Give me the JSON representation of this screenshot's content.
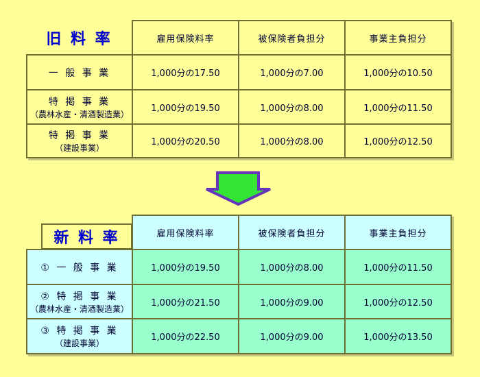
{
  "colors": {
    "background": "#FFFF99",
    "table_border": "#6F6F33",
    "new_header_bg": "#CCFFFF",
    "new_value_bg": "#99FFCC",
    "title_text": "#0000CC",
    "body_text": "#000033",
    "arrow_fill": "#33E633",
    "arrow_stroke": "#6633BB"
  },
  "old_table": {
    "title": "旧 料 率",
    "headers": [
      "雇用保険料率",
      "被保険者負担分",
      "事業主負担分"
    ],
    "rows": [
      {
        "label": "一 般 事 業",
        "sublabel": "",
        "values": [
          "1,000分の17.50",
          "1,000分の7.00",
          "1,000分の10.50"
        ]
      },
      {
        "label": "特 掲 事 業",
        "sublabel": "（農林水産・清酒製造業）",
        "values": [
          "1,000分の19.50",
          "1,000分の8.00",
          "1,000分の11.50"
        ]
      },
      {
        "label": "特 掲 事 業",
        "sublabel": "（建設事業）",
        "values": [
          "1,000分の20.50",
          "1,000分の8.00",
          "1,000分の12.50"
        ]
      }
    ]
  },
  "arrow": {
    "meaning": "rates-change-downward-arrow"
  },
  "new_table": {
    "title": "新 料 率",
    "headers": [
      "雇用保険料率",
      "被保険者負担分",
      "事業主負担分"
    ],
    "rows": [
      {
        "label": "① 一 般 事 業",
        "sublabel": "",
        "values": [
          "1,000分の19.50",
          "1,000分の8.00",
          "1,000分の11.50"
        ]
      },
      {
        "label": "② 特 掲 事 業",
        "sublabel": "（農林水産・清酒製造業）",
        "values": [
          "1,000分の21.50",
          "1,000分の9.00",
          "1,000分の12.50"
        ]
      },
      {
        "label": "③ 特 掲 事 業",
        "sublabel": "（建設事業）",
        "values": [
          "1,000分の22.50",
          "1,000分の9.00",
          "1,000分の13.50"
        ]
      }
    ]
  }
}
